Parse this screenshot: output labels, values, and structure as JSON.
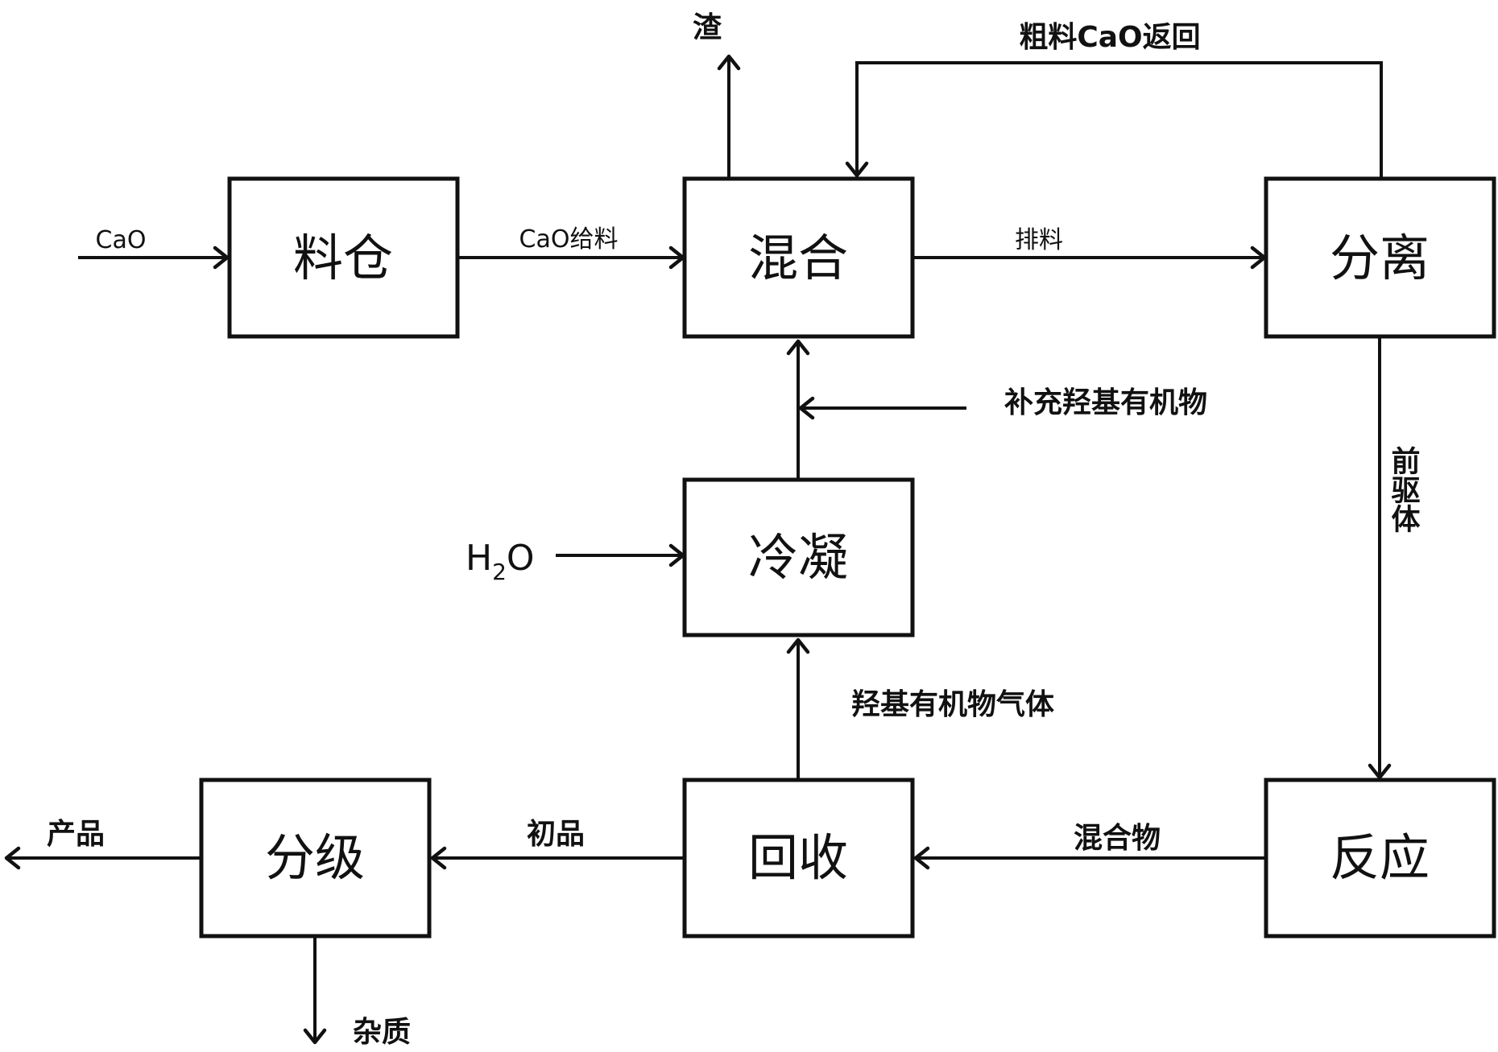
{
  "nodes": {
    "liaocang": "料仓",
    "hunhe": "混合",
    "fenli": "分离",
    "lengning": "冷凝",
    "fanying": "反应",
    "huishou": "回收",
    "fenji": "分级"
  },
  "flows": {
    "cao_in": "CaO",
    "cao_feed": "CaO给料",
    "discharge": "排料",
    "slag": "渣",
    "crude_cao_return": "粗料CaO返回",
    "supplement": "补充羟基有机物",
    "water_h": "H",
    "water_sub": "2",
    "water_o": "O",
    "precursor": "前驱体",
    "gas": "羟基有机物气体",
    "mixture": "混合物",
    "initial_product": "初品",
    "product": "产品",
    "impurity": "杂质"
  }
}
